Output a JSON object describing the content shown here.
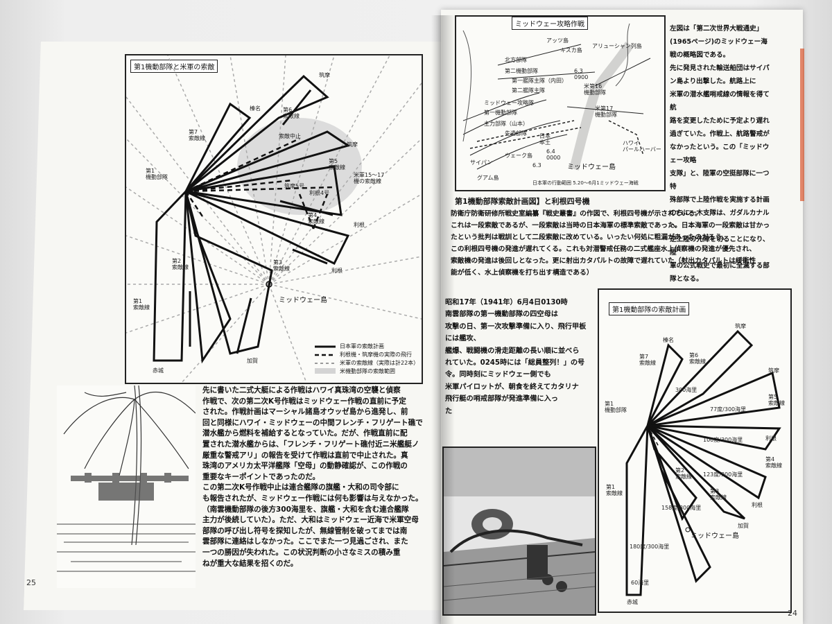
{
  "pages": {
    "left_number": "25",
    "right_number": "24"
  },
  "left_map": {
    "title": "第1機動部隊と米軍の索敵",
    "labels": {
      "tone": "筑摩",
      "haruna": "榛名",
      "tone2": "筑摩",
      "tone_low": "利根",
      "tone_low2": "利根",
      "kaga": "加賀",
      "akagi": "赤城",
      "kido": "第1\n機動部隊",
      "line7": "第7\n索敵線",
      "line6": "第6\n索敵線",
      "line5": "第5\n索敵線",
      "line4": "第4\n索敵線",
      "line3": "第3\n索敵線",
      "line2": "第2\n索敵線",
      "line1": "第1\n索敵線",
      "stop": "索敵中止",
      "tone4": "利根4号",
      "chikuma5": "筑摩5号",
      "us_line": "米軍15～17\n機の索敵線",
      "midway": "ミッドウェー島"
    },
    "legend": [
      "日本軍の索敵計画",
      "利根機・筑摩機の実際の飛行",
      "米軍の索敵線（実際は計22本）",
      "米機動部隊の索敵範囲"
    ]
  },
  "right_map": {
    "title": "ミッドウェー攻略作戦",
    "labels": {
      "attu": "アッツ島",
      "kiska": "キスカ島",
      "aleut": "アリューシャン列島",
      "n1": "北方部隊",
      "n2": "第二機動部隊",
      "n3": "第一艦隊主隊（内田）",
      "n4": "第二艦隊主隊",
      "n5": "ミッドウェー攻略隊",
      "n6": "第一機動部隊",
      "n7": "主力部隊（山本）",
      "n8": "先遣部隊",
      "us1": "米第17\n機動部隊",
      "us2": "米第16\n機動部隊",
      "hawaii": "ハワイ\nパールハーバー",
      "jp_sea": "日本\n本土",
      "wake": "ウェーク島",
      "guam": "グアム島",
      "saipan": "サイパン",
      "midway": "ミッドウェー島",
      "d1": "6.3\n0900",
      "d2": "6.4\n0000",
      "d3": "6.3",
      "caption": "日本軍の行動範囲 5.20～6月1ミッドウェー海戦"
    }
  },
  "right_column_text": [
    "左図は「第二次世界大戦通史」(1965ページ)のミッドウェー海戦の概略図である。",
    "先に発見された輸送船団はサイパン島より出撃した。航路上に",
    "米軍の潜水艦哨戒線の情報を得て航",
    "路を変更したために予定より遅れ",
    "過ぎていた。作戦上、航路警戒が",
    "なかったという。この「ミッドウェー攻略",
    "支隊」と、陸軍の空挺部隊に一つ特",
    "殊部隊で上陸作戦を実施する計画",
    "のちに一木支隊は、ガダルカナルへ",
    "逆上陸の先陣を切ることになり、陸",
    "軍の公式戦史で最初に全滅する部",
    "隊となる。"
  ],
  "right_section": {
    "heading": "第1機動部隊索敵計画図】と利根四号機",
    "lines": [
      "防衛庁防衛研修所戦史室編纂『戦史叢書』の作図で、利根四号機が示されている。",
      "これは一段索敵であるが、一段索敵は当時の日本海軍の標準索敵であった。日本海軍の一段索敵は甘かっ",
      "たという批判は戦訓として二段索敵に改めている。いったい何処に粗漏があったのだろう。",
      "この利根四号機の発進が遅れてくる。これも対潜警戒任務の二式艦座水上偵察機の発進が優先され、",
      "索敵機の発進は後回しとなった。更に射出カタパルトの故障で遅れていた（射出カタパルトは緩衝性",
      "能が低く、水上偵察機を打ち出す構造である）"
    ]
  },
  "left_text": [
    "先に書いた二式大艇による作戦はハワイ真珠湾の空襲と偵察",
    "作戦で、次の第二次K号作戦はミッドウェー作戦の直前に予定",
    "された。作戦計画はマーシャル諸島オウッゼ島から進発し、前",
    "回と同様にハワイ・ミッドウェーの中間フレンチ・フリゲート礁で",
    "潜水艦から燃料を補給するとなっていた。だが、作戦直前に配",
    "置された潜水艦からは、「フレンチ・フリゲート礁付近ニ米艦艇ノ",
    "厳重な警戒アリ」の報告を受けて作戦は直前で中止された。真",
    "珠湾のアメリカ太平洋艦隊「空母」の動静確認が、この作戦の",
    "重要なキーポイントであったのだ。",
    "この第二次K号作戦中止は連合艦隊の旗艦・大和の司令部に",
    "も報告されたが、ミッドウェー作戦には何も影響は与えなかった。",
    "（南雲機動部隊の後方300海里を、旗艦・大和を含む連合艦隊",
    "主力が後続していた）。ただ、大和はミッドウェー近海で米軍空母",
    "部隊の呼び出し符号を探知したが、無線管制を破ってまでは南",
    "雲部隊に連絡はしなかった。ここでまた一つ見過ごされ、また",
    "一つの勝因が失われた。この状況判断の小さなミスの積み重",
    "ねが重大な結果を招くのだ。"
  ],
  "right_text": [
    "昭和17年（1941年）6月4日0130時",
    "南雲部隊の第一機動部隊の四空母は",
    "攻撃の日、第一次攻撃準備に入り、飛行甲板には艦攻、",
    "艦爆、戦闘機の滑走距離の長い順に並べら",
    "れていた。0245時には「総員整列！」の号",
    "令。同時刻にミッドウェー側でも",
    "米軍パイロットが、朝食を終えてカタリナ",
    "飛行艇の哨戒部隊が発進準備に入っ",
    "た"
  ],
  "right_map2": {
    "title": "第1機動部隊の索敵計画",
    "labels": {
      "chikuma": "筑摩",
      "haruna": "榛名",
      "chikuma2": "筑摩",
      "tone": "利根",
      "tone2": "利根",
      "kaga": "加賀",
      "akagi": "赤城",
      "kido": "第1\n機動部隊",
      "line7": "第7\n索敵線",
      "line6": "第6\n索敵線",
      "line5": "第5\n索敵線",
      "line4": "第4\n索敵線",
      "line3": "第3\n索敵線",
      "line2": "第2\n索敵線",
      "line1": "第1\n索敵線",
      "dist1": "300海里",
      "dist2": "77度/300海里",
      "dist3": "100度/300海里",
      "dist4": "123度/300海里",
      "dist5": "158度/300海里",
      "dist6": "180度/300海里",
      "dist7": "60海里",
      "midway": "ミッドウェー島"
    }
  }
}
